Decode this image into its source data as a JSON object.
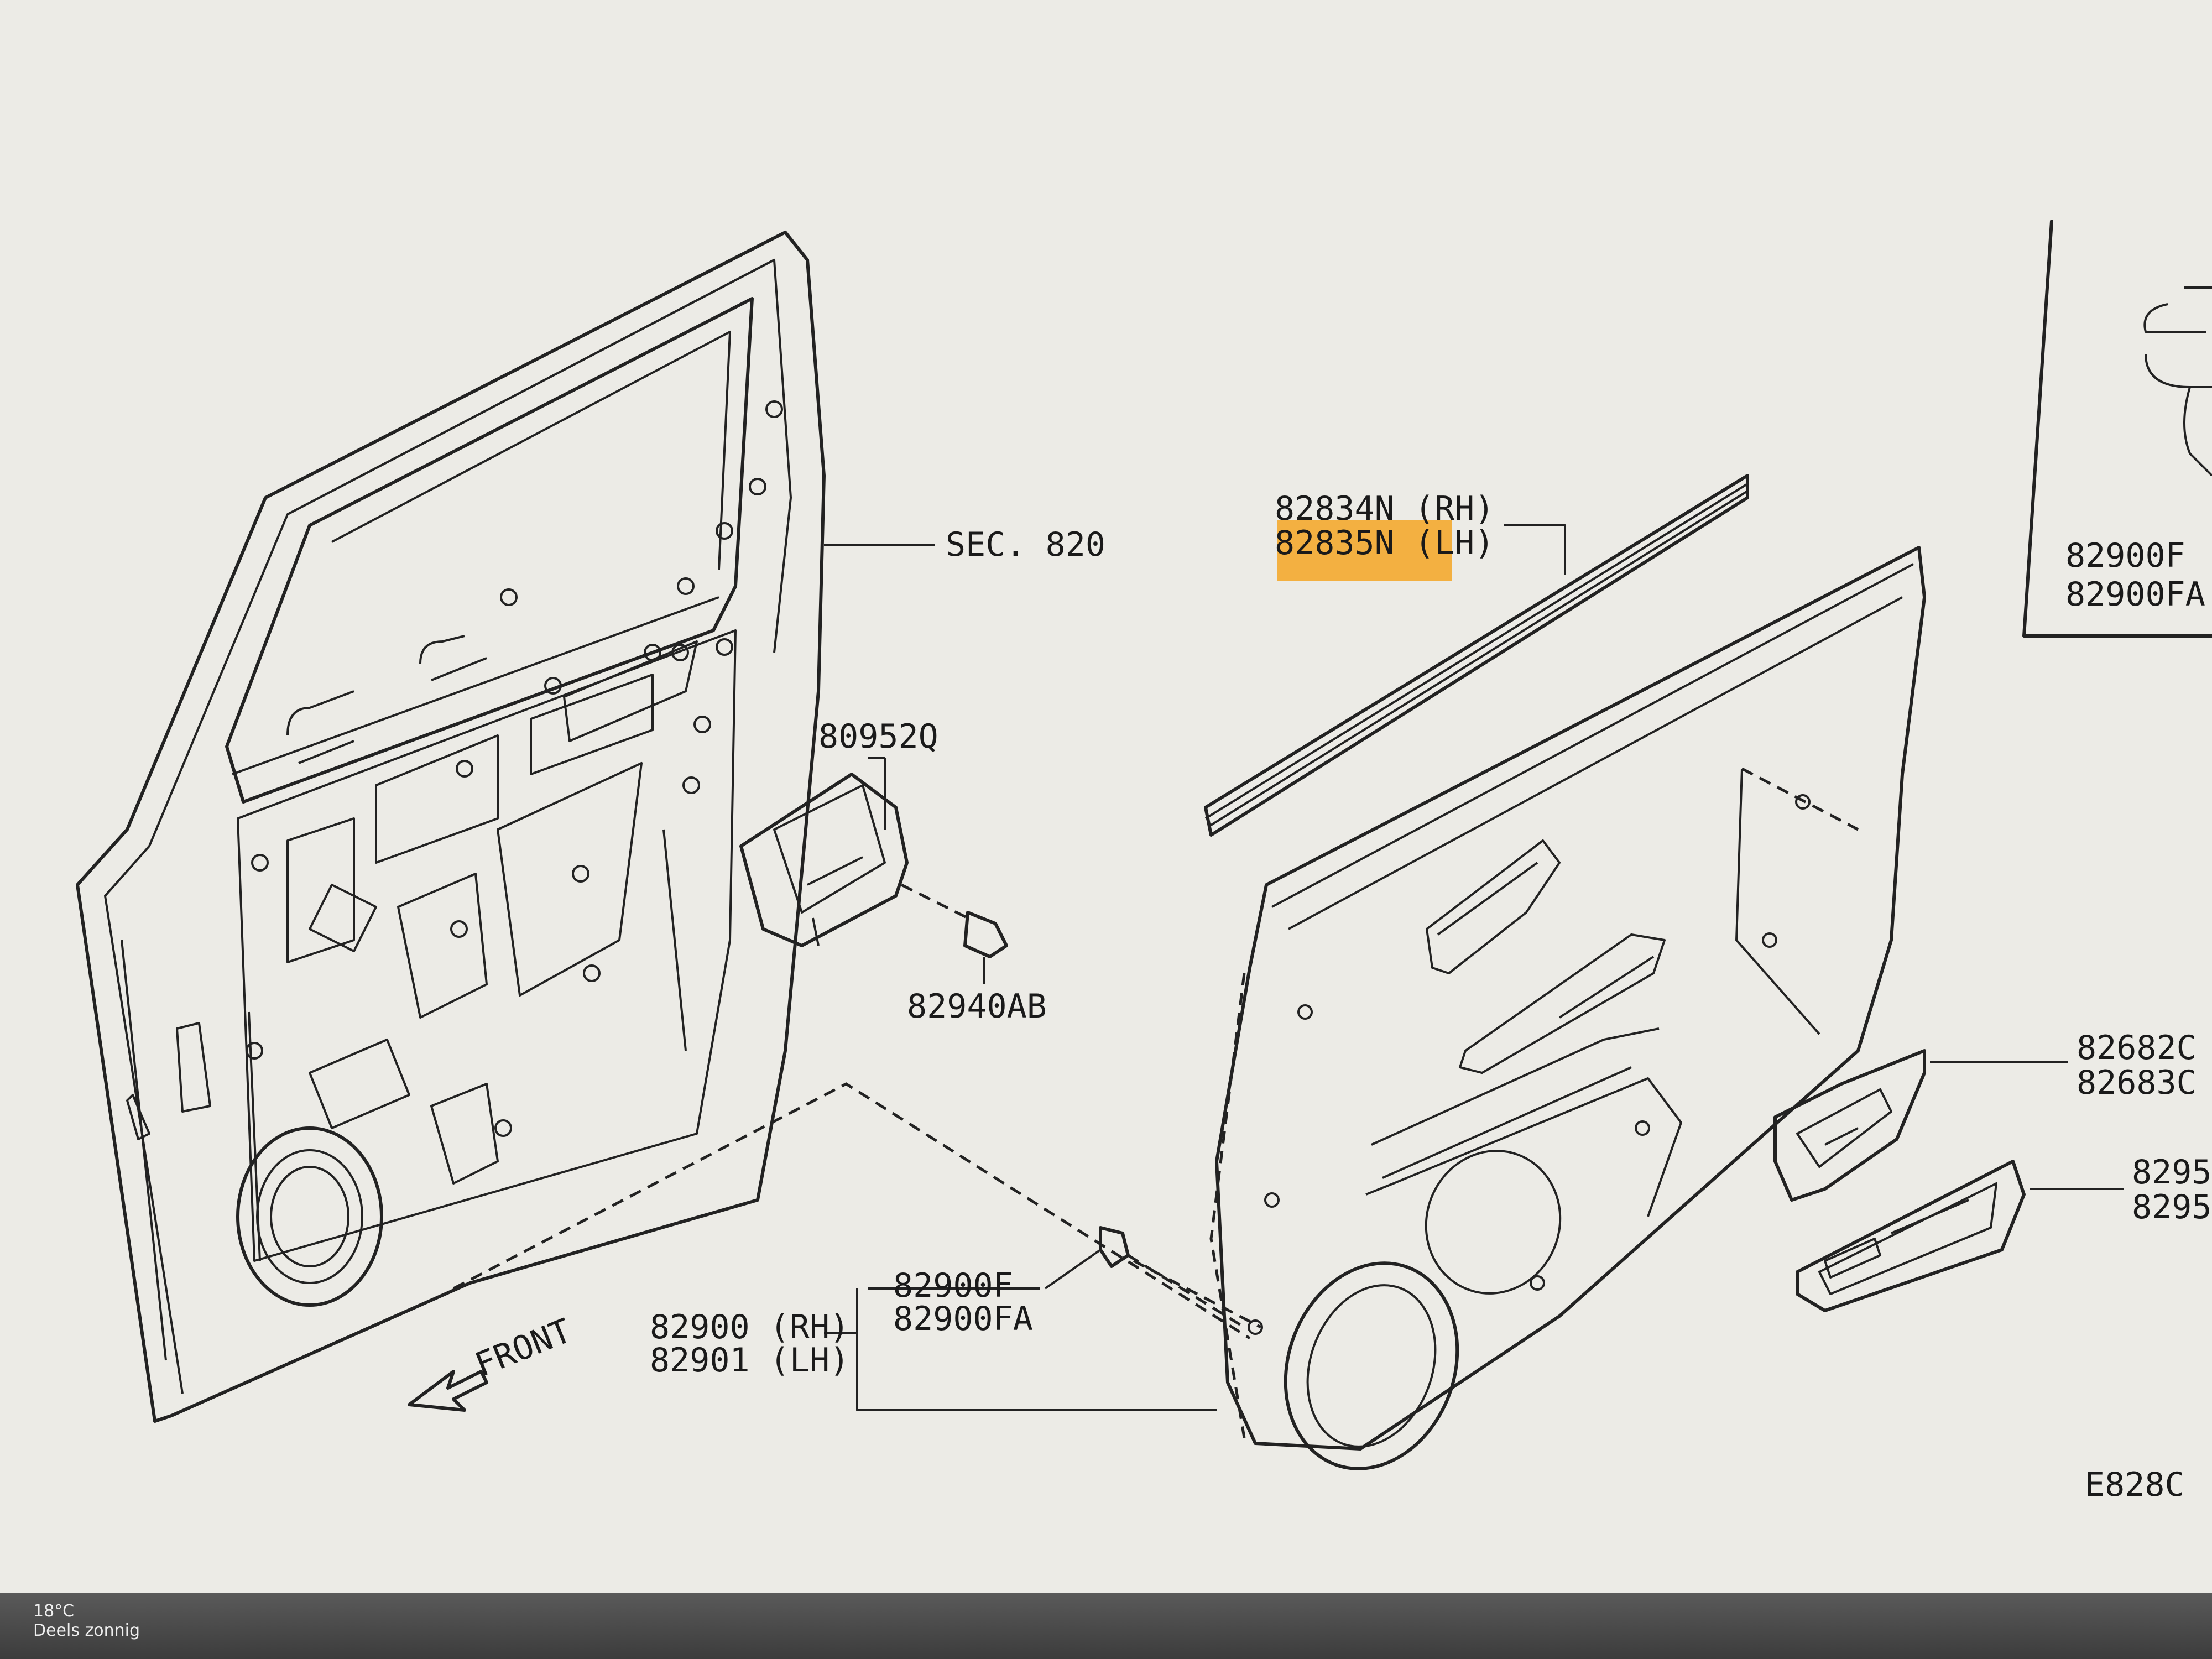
{
  "labels": {
    "sec": "SEC. 820",
    "p82834": "82834N (RH)",
    "p82835": "82835N (LH)",
    "p80952": "80952Q",
    "p82940": "82940AB",
    "p82900f_a": "82900F",
    "p82900fa_a": "82900FA",
    "p82900rh": "82900 (RH)",
    "p82901lh": "82901 (LH)",
    "front": "FRONT",
    "inset_f": "82900F",
    "inset_fa": "82900FA",
    "p82682": "82682C",
    "p82683": "82683C",
    "p8295a": "8295",
    "p8295b": "8295",
    "code": "E828C"
  },
  "highlight_color": "#f5a623",
  "taskbar": {
    "temp": "18°C",
    "condition": "Deels zonnig"
  }
}
